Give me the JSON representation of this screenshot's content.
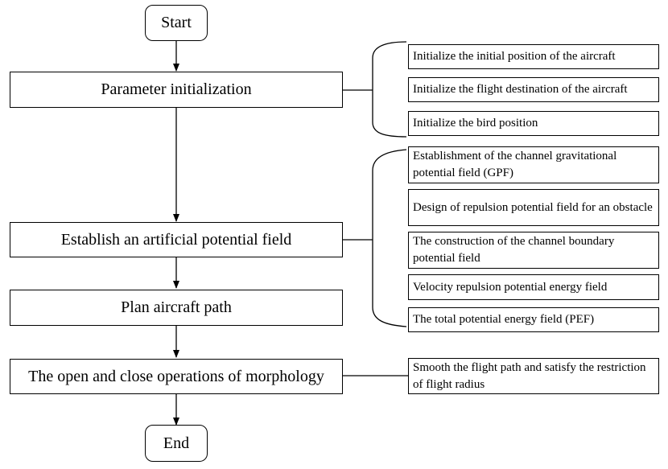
{
  "start": "Start",
  "end": "End",
  "steps": [
    "Parameter initialization",
    "Establish an artificial potential field",
    "Plan aircraft path",
    "The open and close operations of morphology"
  ],
  "init_items": [
    "Initialize the initial position of the aircraft",
    "Initialize the flight destination of the aircraft",
    "Initialize the bird position"
  ],
  "field_items": [
    "Establishment of the channel gravitational potential field (GPF)",
    "Design of repulsion potential field for an obstacle",
    "The construction of the channel boundary potential field",
    "Velocity repulsion potential energy field",
    "The total potential energy field (PEF)"
  ],
  "morph_item": "Smooth the flight path and satisfy the restriction of flight radius"
}
